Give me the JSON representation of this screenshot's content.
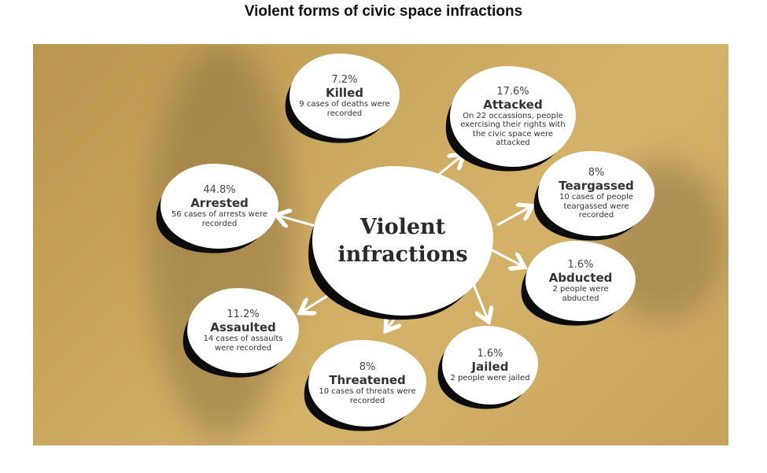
{
  "title": "Violent forms of civic space infractions",
  "center": {
    "line1": "Violent",
    "line2": "infractions"
  },
  "items": [
    {
      "pct": "7.2%",
      "label": "Killed",
      "desc": "9 cases of deaths were recorded",
      "icon": "gravestone-icon"
    },
    {
      "pct": "17.6%",
      "label": "Attacked",
      "desc": "On 22 occassions, people exercising their rights with the civic space were attacked",
      "icon": "attack-icon"
    },
    {
      "pct": "8%",
      "label": "Teargassed",
      "desc": "10 cases of people teargassed were recorded",
      "icon": "teargas-icon"
    },
    {
      "pct": "1.6%",
      "label": "Abducted",
      "desc": "2 people were abducted",
      "icon": "abduction-icon"
    },
    {
      "pct": "1.6%",
      "label": "Jailed",
      "desc": "2 people were jailed",
      "icon": "jail-icon"
    },
    {
      "pct": "8%",
      "label": "Threatened",
      "desc": "10 cases of threats were recorded",
      "icon": "warning-icon"
    },
    {
      "pct": "11.2%",
      "label": "Assaulted",
      "desc": "14 cases of assaults were recorded",
      "icon": "assault-icon"
    },
    {
      "pct": "44.8%",
      "label": "Arrested",
      "desc": "56 cases of arrests were recorded",
      "icon": "handcuffs-icon"
    }
  ]
}
